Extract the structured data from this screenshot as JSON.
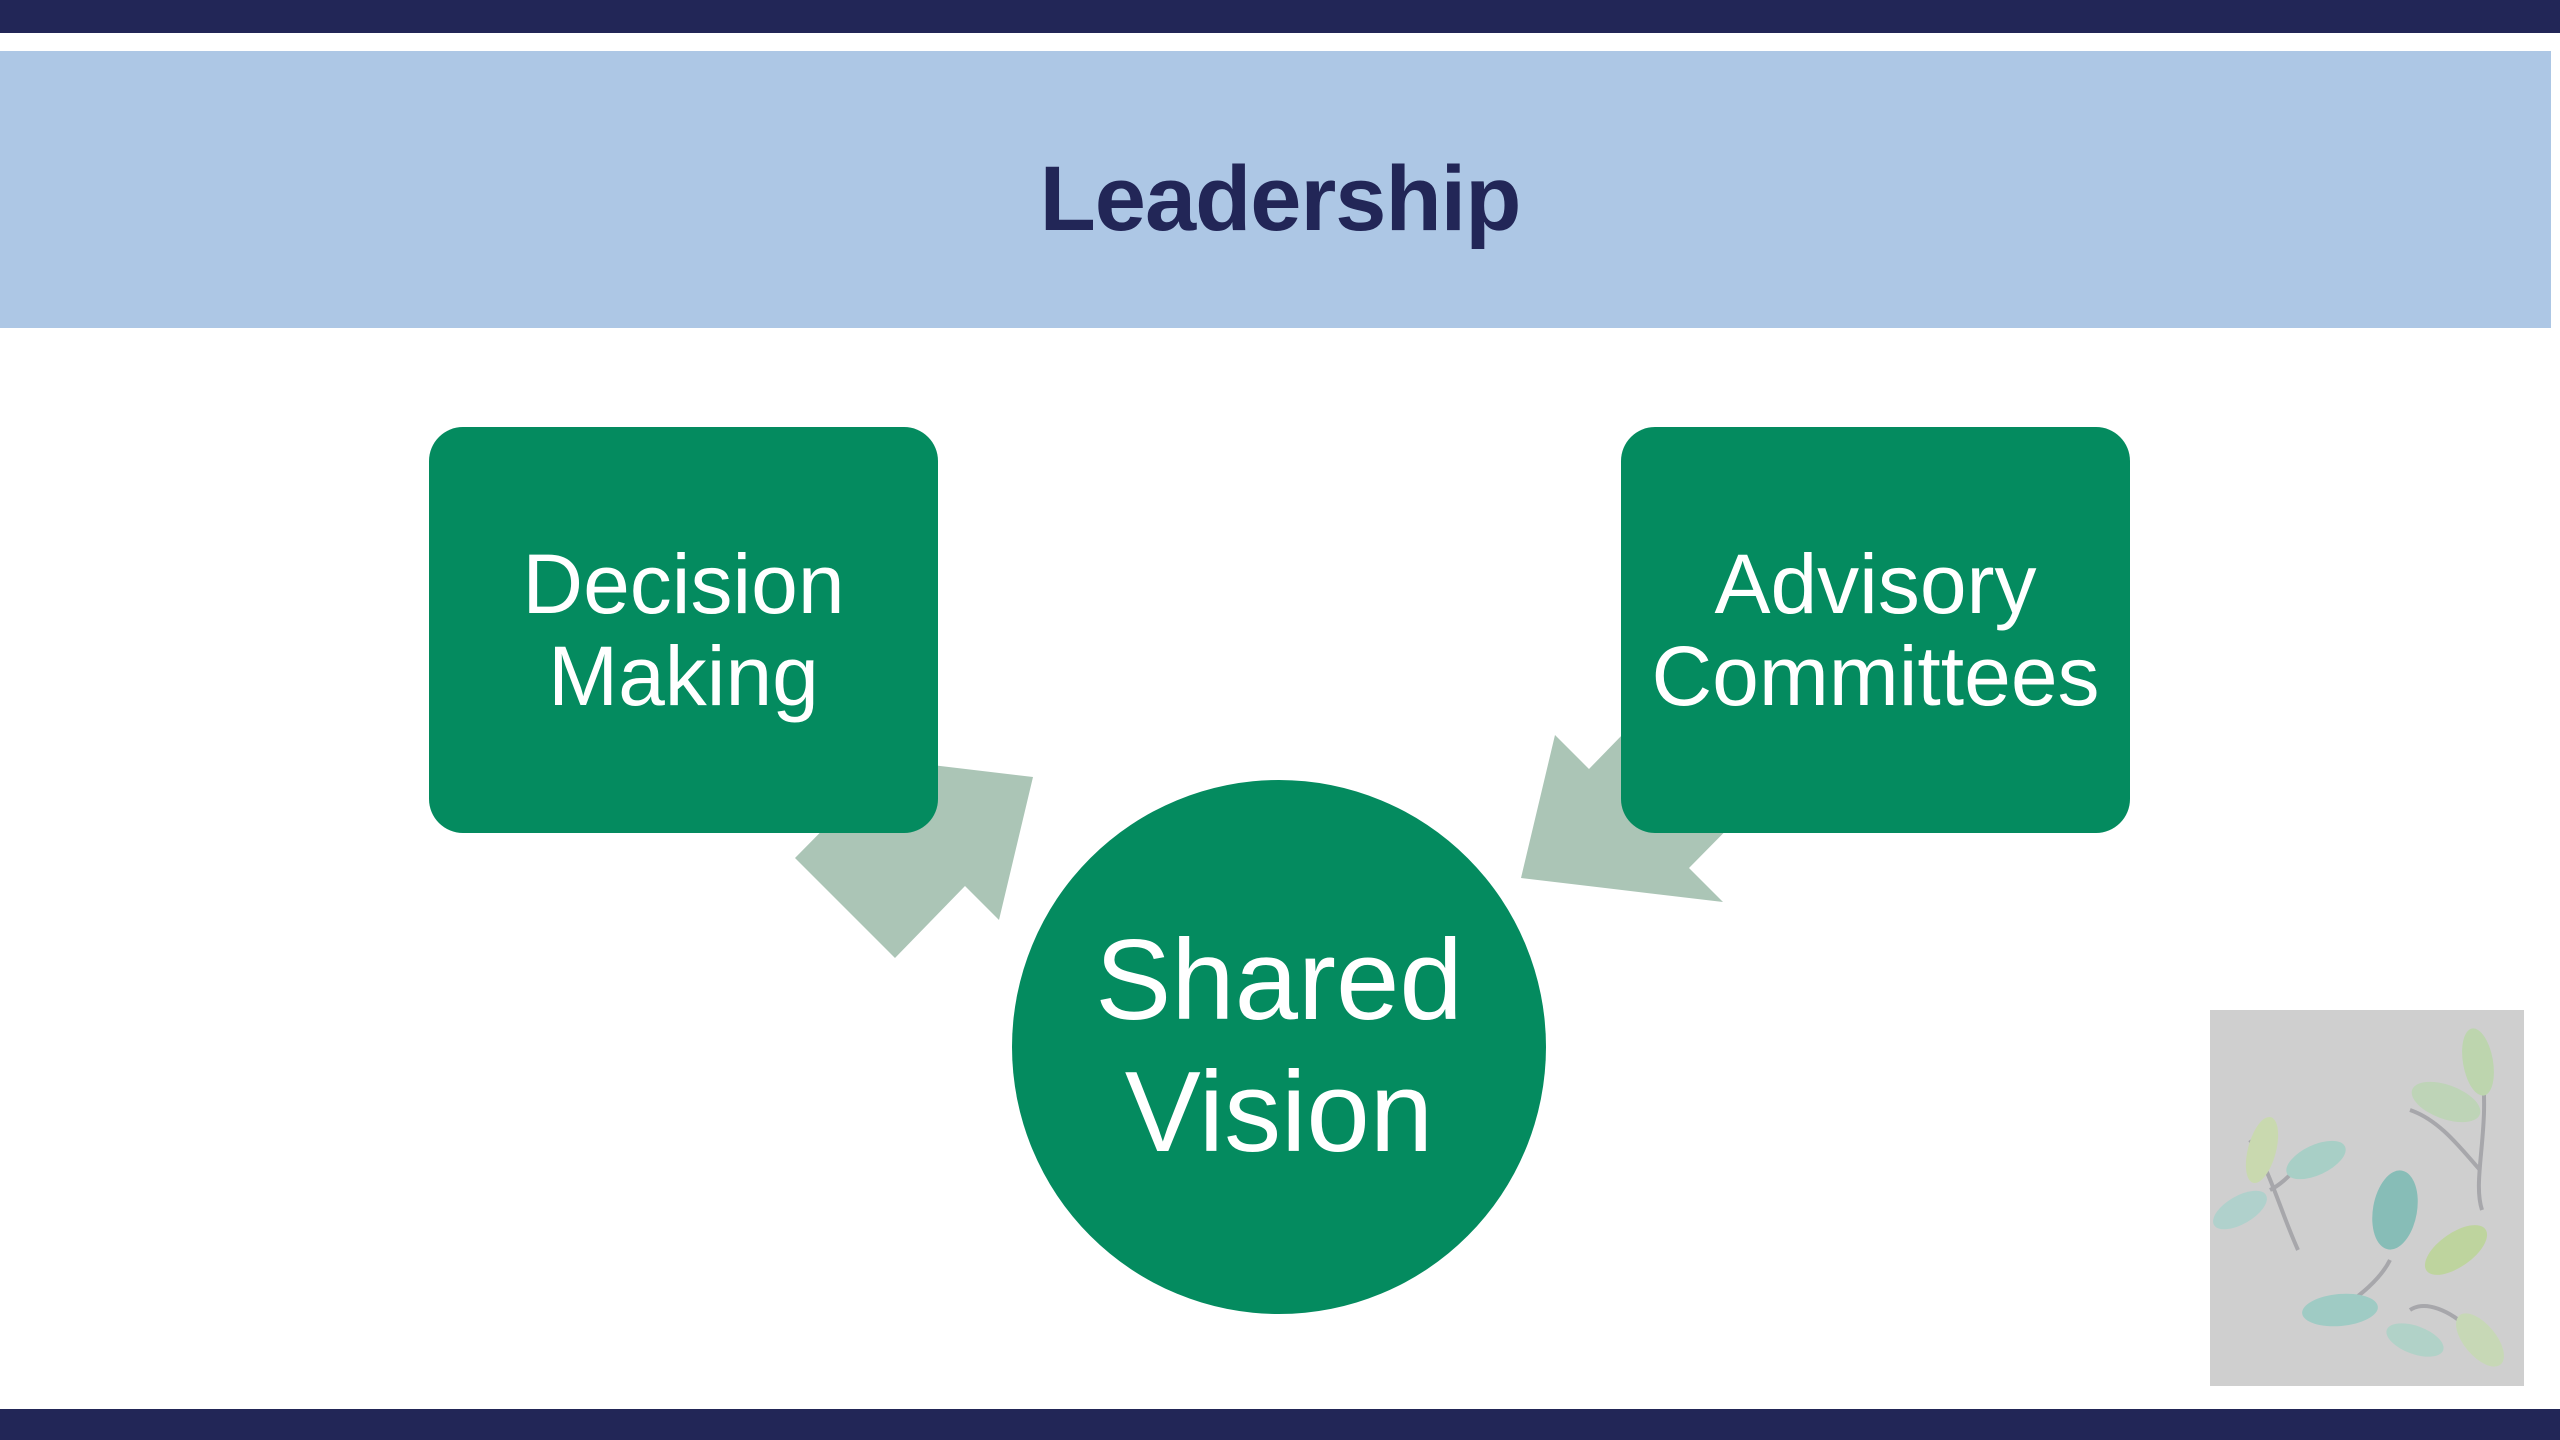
{
  "slide": {
    "title": "Leadership"
  },
  "diagram": {
    "nodes": [
      {
        "id": "decision-making",
        "label": "Decision\nMaking"
      },
      {
        "id": "advisory-committees",
        "label": "Advisory\nCommittees"
      },
      {
        "id": "shared-vision",
        "label": "Shared\nVision"
      }
    ],
    "edges": [
      {
        "from": "decision-making",
        "to": "shared-vision"
      },
      {
        "from": "advisory-committees",
        "to": "shared-vision"
      }
    ]
  },
  "colors": {
    "navy": "#222657",
    "header_band": "#adc7e5",
    "node_green": "#048b5f",
    "arrow_gray_green": "#abc5b6",
    "logo_background": "#cfcfcf"
  },
  "icons": {
    "logo": "leaf-sprigs-logo-icon"
  }
}
